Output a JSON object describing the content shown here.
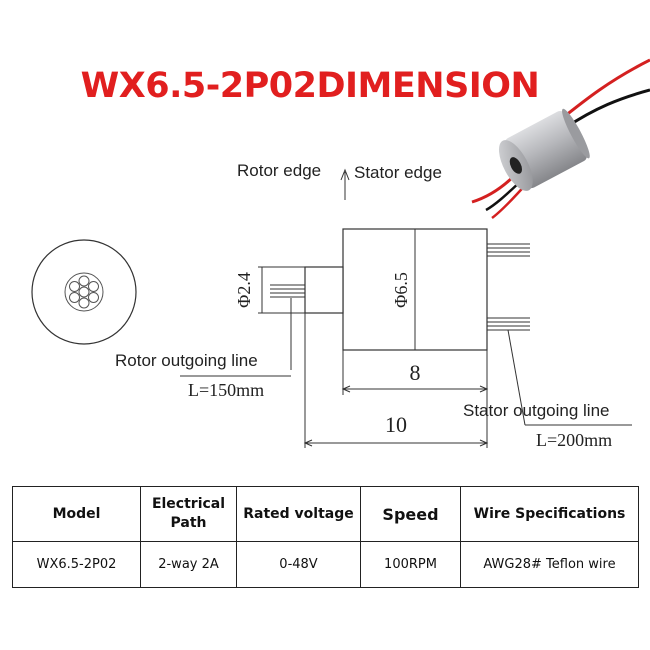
{
  "title": "WX6.5-2P02DIMENSION",
  "drawing": {
    "rotor_edge": "Rotor edge",
    "stator_edge": "Stator edge",
    "dia_rotor": "Φ2.4",
    "dia_stator": "Φ6.5",
    "len_stator": "8",
    "len_total": "10",
    "rotor_line": "Rotor outgoing line",
    "rotor_length": "L=150mm",
    "stator_line": "Stator outgoing line",
    "stator_length": "L=200mm"
  },
  "table": {
    "headers": [
      "Model",
      "Electrical Path",
      "Rated voltage",
      "Speed",
      "Wire Specifications"
    ],
    "row": [
      "WX6.5-2P02",
      "2-way 2A",
      "0-48V",
      "100RPM",
      "AWG28# Teflon wire"
    ]
  },
  "colors": {
    "title": "#e11f1f",
    "wire_red": "#d42020",
    "wire_black": "#111111",
    "body_metal": "#a9aaad"
  }
}
